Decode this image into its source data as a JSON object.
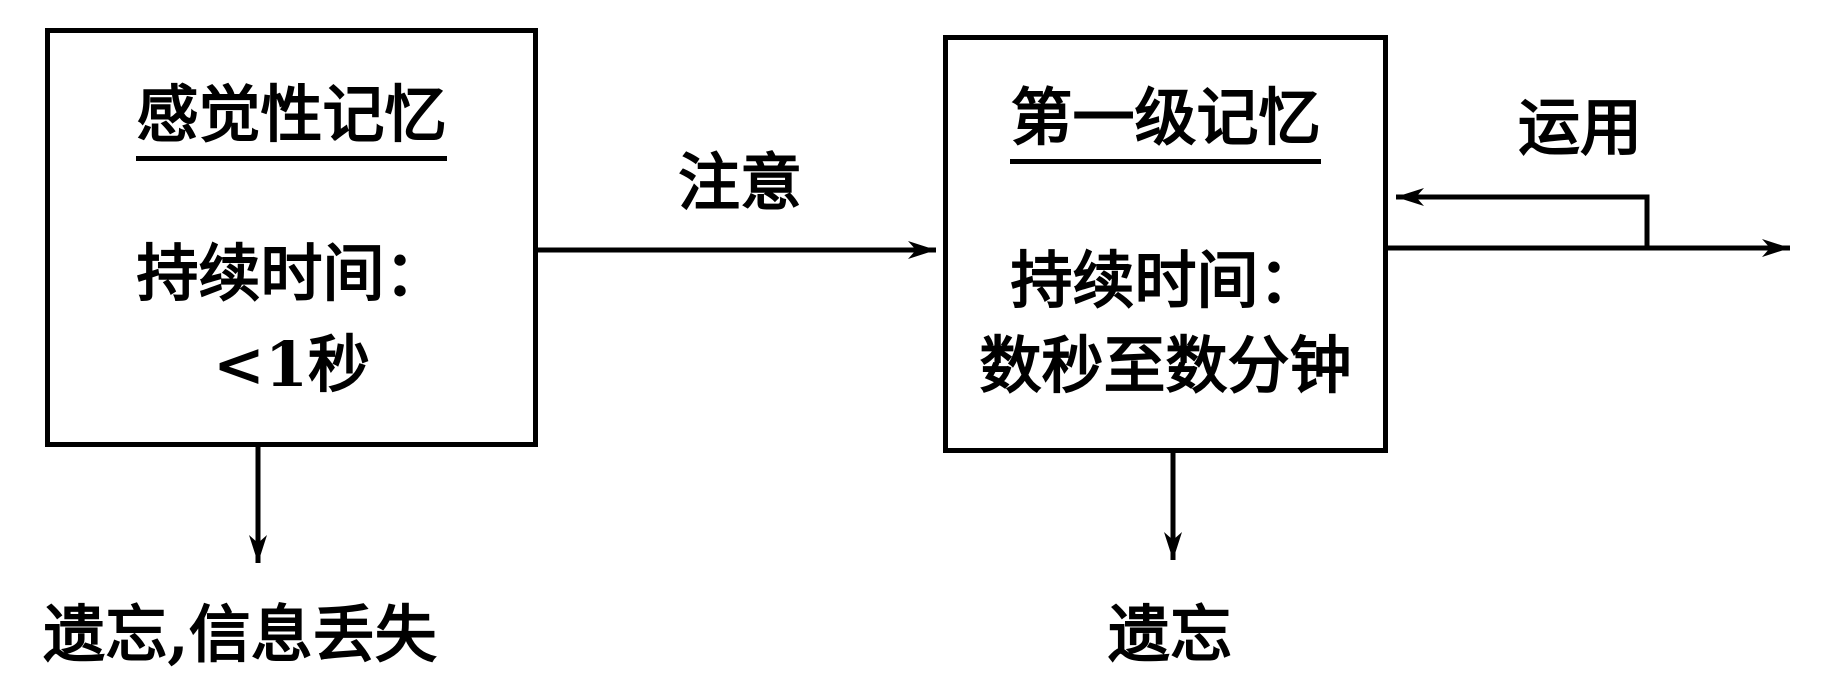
{
  "diagram": {
    "colors": {
      "background": "#ffffff",
      "stroke": "#000000"
    },
    "boxes": [
      {
        "id": "sensory-memory",
        "title": "感觉性记忆",
        "duration_label": "持续时间：",
        "duration_value": "<1秒"
      },
      {
        "id": "primary-memory",
        "title": "第一级记忆",
        "duration_label": "持续时间：",
        "duration_value": "数秒至数分钟"
      }
    ],
    "labels": {
      "attention": "注意",
      "use": "运用",
      "forget_left": "遗忘,信息丢失",
      "forget_right": "遗忘"
    }
  }
}
